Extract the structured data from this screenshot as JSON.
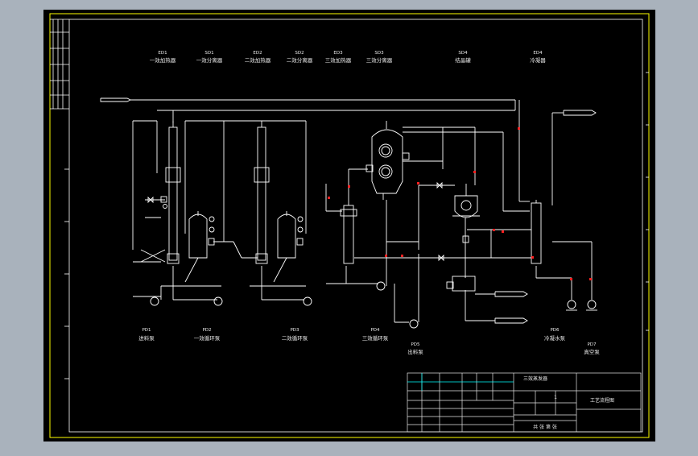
{
  "drawing": {
    "equipment_top": [
      {
        "code": "ED1",
        "name": "一效加热器"
      },
      {
        "code": "SD1",
        "name": "一效分离器"
      },
      {
        "code": "ED2",
        "name": "二效加热器"
      },
      {
        "code": "SD2",
        "name": "二效分离器"
      },
      {
        "code": "ED3",
        "name": "三效加热器"
      },
      {
        "code": "SD3",
        "name": "三效分离器"
      },
      {
        "code": "SD4",
        "name": "结晶罐"
      },
      {
        "code": "ED4",
        "name": "冷凝器"
      }
    ],
    "equipment_bottom": [
      {
        "code": "PD1",
        "name": "进料泵"
      },
      {
        "code": "PD2",
        "name": "一效循环泵"
      },
      {
        "code": "PD3",
        "name": "二效循环泵"
      },
      {
        "code": "PD4",
        "name": "三效循环泵"
      },
      {
        "code": "PD5",
        "name": "出料泵"
      },
      {
        "code": "PD6",
        "name": "冷凝水泵"
      },
      {
        "code": "PD7",
        "name": "真空泵"
      }
    ],
    "title_block": {
      "project": "三效蒸发器",
      "title": "工艺流程图",
      "count_value": "1",
      "bottom_row": "共  张  第  张"
    },
    "colors": {
      "canvas": "#000000",
      "outer_frame": "#ffff00",
      "pipe": "#ffffff",
      "valve_dot": "#ff2020",
      "window_bg": "#a9b2bc"
    }
  }
}
